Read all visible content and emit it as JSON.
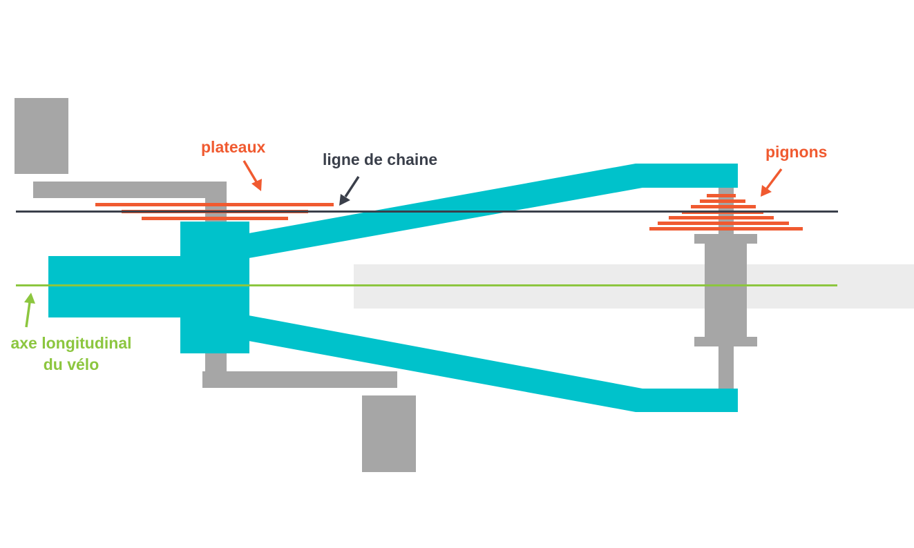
{
  "labels": {
    "chainrings": "plateaux",
    "chain_line": "ligne de chaine",
    "sprockets": "pignons",
    "axis_line1": "axe longitudinal",
    "axis_line2": "du vélo"
  },
  "colors": {
    "frame": "#00c2cb",
    "gear": "#f05a30",
    "crank_grey": "#a6a6a6",
    "axis_green": "#8cc63f",
    "chain_line": "#3a3f4a",
    "wheel_light": "#ececec"
  }
}
